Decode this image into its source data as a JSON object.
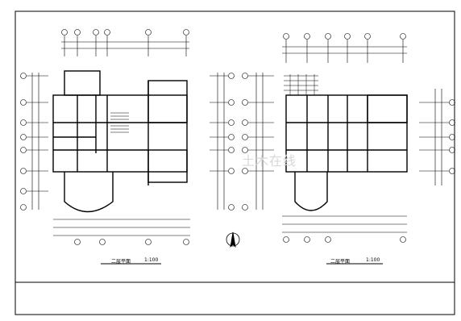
{
  "drawing": {
    "left_plan_title": "二层平面",
    "left_plan_scale": "1:100",
    "right_plan_title": "二层平面",
    "right_plan_scale": "1:100",
    "watermark_text": "土木在线",
    "north_arrow": "north-arrow-icon",
    "line_color": "#000000",
    "watermark_color": "#d8d8d8"
  }
}
